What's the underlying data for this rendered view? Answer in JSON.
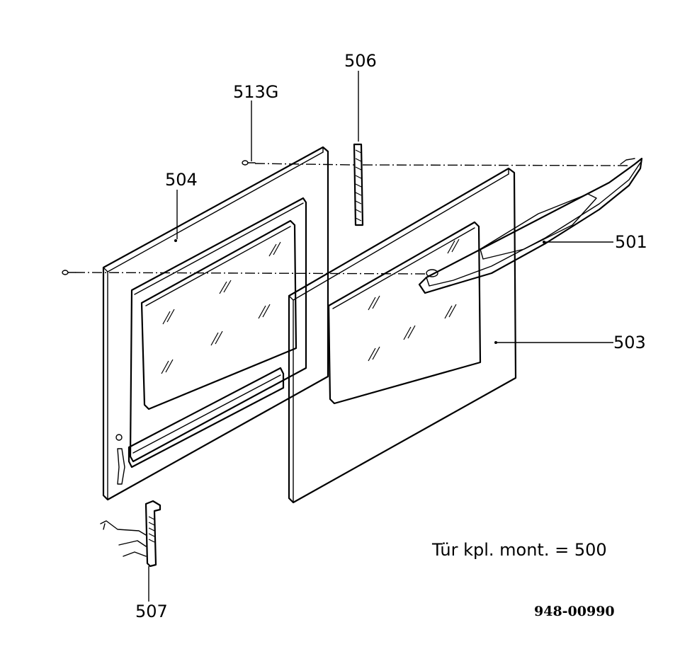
{
  "diagram": {
    "labels": {
      "p506": "506",
      "p513g": "513G",
      "p504": "504",
      "p501": "501",
      "p503": "503",
      "p507": "507"
    },
    "assembly_note": "Tür kpl. mont. = 500",
    "drawing_number": "948-00990"
  }
}
